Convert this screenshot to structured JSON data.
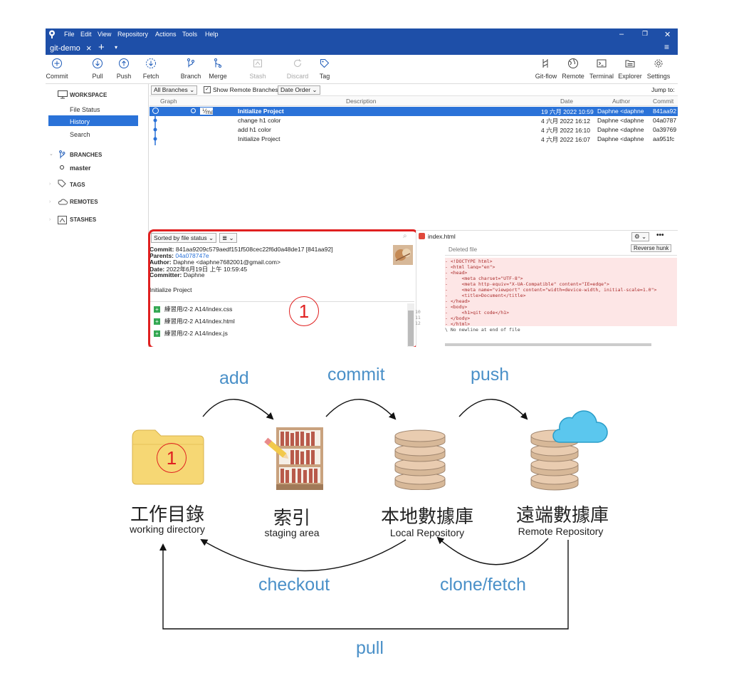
{
  "app": {
    "menu": [
      "File",
      "Edit",
      "View",
      "Repository",
      "Actions",
      "Tools",
      "Help"
    ],
    "tab_name": "git-demo",
    "toolbar_left": [
      "Commit",
      "Pull",
      "Push",
      "Fetch",
      "Branch",
      "Merge",
      "Stash",
      "Discard",
      "Tag"
    ],
    "toolbar_right": [
      "Git-flow",
      "Remote",
      "Terminal",
      "Explorer",
      "Settings"
    ],
    "sidebar": {
      "workspace": "WORKSPACE",
      "file_status": "File Status",
      "history": "History",
      "search": "Search",
      "branches": "BRANCHES",
      "master": "master",
      "tags": "TAGS",
      "remotes": "REMOTES",
      "stashes": "STASHES"
    },
    "filters": {
      "all_branches": "All Branches",
      "show_remote": "Show Remote Branches",
      "date_order": "Date Order",
      "jump_to": "Jump to:"
    },
    "columns": {
      "graph": "Graph",
      "description": "Description",
      "date": "Date",
      "author": "Author",
      "commit": "Commit"
    },
    "commits": [
      {
        "branch": "master",
        "description": "Initialize Project",
        "date": "19 六月 2022 10:59",
        "author": "Daphne <daphne",
        "hash": "841aa92"
      },
      {
        "branch": "",
        "description": "change h1 color",
        "date": "4 六月 2022 16:12",
        "author": "Daphne <daphne",
        "hash": "04a0787"
      },
      {
        "branch": "",
        "description": "add h1 color",
        "date": "4 六月 2022 16:10",
        "author": "Daphne <daphne",
        "hash": "0a39769"
      },
      {
        "branch": "",
        "description": "Initialize Project",
        "date": "4 六月 2022 16:07",
        "author": "Daphne <daphne",
        "hash": "aa951fc"
      }
    ],
    "details": {
      "sort": "Sorted by file status",
      "commit_label": "Commit:",
      "commit_value": "841aa9209c579aedf151f508cec22f6d0a48de17 [841aa92]",
      "parents_label": "Parents:",
      "parents_value": "04a078747e",
      "author_label": "Author:",
      "author_value": "Daphne <daphne7682001@gmail.com>",
      "date_label": "Date:",
      "date_value": "2022年6月19日 上午 10:59:45",
      "committer_label": "Committer:",
      "committer_value": "Daphne",
      "message": "Initialize Project",
      "files": [
        "練習用/2-2 A14/index.css",
        "練習用/2-2 A14/index.html",
        "練習用/2-2 A14/index.js"
      ],
      "badge": "1"
    },
    "diff": {
      "filename": "index.html",
      "status": "Deleted file",
      "reverse": "Reverse hunk",
      "lines": [
        "- <!DOCTYPE html>",
        "- <html lang=\"en\">",
        "- <head>",
        "-     <meta charset=\"UTF-8\">",
        "-     <meta http-equiv=\"X-UA-Compatible\" content=\"IE=edge\">",
        "-     <meta name=\"viewport\" content=\"width=device-width, initial-scale=1.0\">",
        "-     <title>Document</title>",
        "- </head>",
        "- <body>",
        "-     <h1>git code</h1>",
        "- </body>",
        "- </html>"
      ],
      "tail": "\\ No newline at end of file",
      "line_numbers": [
        "10",
        "11",
        "12"
      ]
    }
  },
  "diagram": {
    "arrows": {
      "add": "add",
      "commit": "commit",
      "push": "push",
      "checkout": "checkout",
      "clone_fetch": "clone/fetch",
      "pull": "pull"
    },
    "nodes": [
      {
        "cn": "工作目錄",
        "en": "working directory"
      },
      {
        "cn": "索引",
        "en": "staging area"
      },
      {
        "cn": "本地數據庫",
        "en": "Local Repository"
      },
      {
        "cn": "遠端數據庫",
        "en": "Remote Repository"
      }
    ],
    "folder_badge": "1",
    "colors": {
      "accent": "#4a90c8",
      "highlight": "#e02020",
      "folder": "#f6d774",
      "db": "#e9ccb0",
      "db_dark": "#a18770",
      "cloud": "#5bc7ee",
      "shelf": "#b85a4a"
    }
  }
}
